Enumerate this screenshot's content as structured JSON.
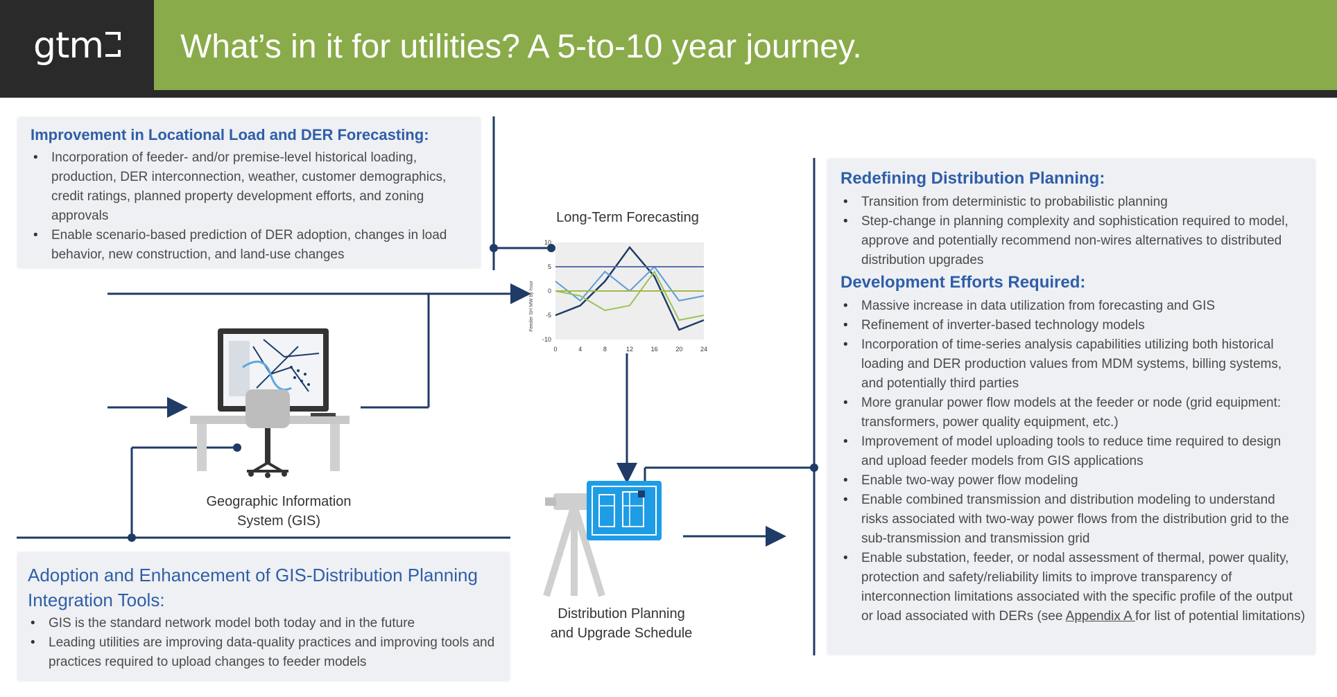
{
  "header": {
    "logo": "gtm",
    "title": "What’s in it for utilities? A 5-to-10 year journey."
  },
  "forecasting_panel": {
    "title": "Improvement in Locational Load and DER Forecasting:",
    "bullets": [
      "Incorporation of feeder- and/or premise-level historical loading, production, DER interconnection, weather, customer demographics, credit ratings, planned property development efforts, and zoning approvals",
      "Enable scenario-based prediction of DER adoption, changes in load behavior, new construction, and land-use changes"
    ]
  },
  "gis_panel": {
    "title": "Adoption and Enhancement of GIS-Distribution Planning Integration Tools:",
    "bullets": [
      "GIS is the standard network model both today and in the future",
      "Leading utilities are improving data-quality practices and improving tools and practices required to upload changes to feeder models"
    ]
  },
  "planning_panel": {
    "title1": "Redefining Distribution Planning:",
    "bullets1": [
      "Transition from deterministic to probabilistic planning",
      "Step-change in planning complexity and sophistication required to model, approve and potentially recommend non-wires alternatives to distributed distribution upgrades"
    ],
    "title2": "Development Efforts Required:",
    "bullets2": [
      "Massive increase in data utilization from forecasting and GIS",
      "Refinement of inverter-based technology models",
      "Incorporation of time-series analysis capabilities utilizing both historical loading and DER production values from MDM systems, billing systems, and potentially third parties",
      "More granular power flow models at the feeder or node (grid equipment: transformers, power quality equipment, etc.)",
      "Improvement of model uploading tools to reduce time required to design and upload feeder models from GIS applications",
      "Enable two-way power flow modeling",
      "Enable combined transmission and distribution modeling to understand risks associated with two-way power flows from the distribution grid to the sub-transmission and transmission grid"
    ],
    "last_bullet_pre": "Enable substation, feeder, or nodal assessment of thermal, power quality, protection and safety/reliability limits to improve transparency of interconnection limitations associated with the specific profile of the output or load associated with DERs (see ",
    "last_bullet_link": "Appendix A ",
    "last_bullet_post": "for list of potential limitations)"
  },
  "labels": {
    "forecast": "Long-Term Forecasting",
    "gis_line1": "Geographic Information",
    "gis_line2": "System (GIS)",
    "dist_line1": "Distribution Planning",
    "dist_line2": "and Upgrade Schedule"
  },
  "chart_data": {
    "type": "line",
    "ylabel": "Feeder SH MW by hour",
    "x": [
      0,
      4,
      8,
      12,
      16,
      20,
      24
    ],
    "x_ticks": [
      "0",
      "4",
      "8",
      "12",
      "16",
      "20",
      "24"
    ],
    "y_ticks": [
      "10",
      "5",
      "0",
      "-5",
      "-10"
    ],
    "ylim": [
      -10,
      10
    ],
    "xlim": [
      0,
      24
    ],
    "series": [
      {
        "color": "#1f3b66",
        "values": [
          -5,
          -3,
          2,
          9,
          3,
          -8,
          -6
        ]
      },
      {
        "color": "#5a9bd8",
        "values": [
          2,
          -2,
          4,
          0,
          5,
          -2,
          -1
        ]
      },
      {
        "color": "#9bc25a",
        "values": [
          0,
          -1,
          -4,
          -3,
          4,
          -6,
          -5
        ]
      },
      {
        "color": "#5b6fa8",
        "values": [
          5,
          5,
          5,
          5,
          5,
          5,
          5
        ]
      },
      {
        "color": "#a3b84a",
        "values": [
          0,
          0,
          0,
          0,
          0,
          0,
          0
        ]
      }
    ]
  },
  "colors": {
    "header": "#8aab4a",
    "header_dark": "#2a2a2a",
    "connector": "#1f3b66",
    "panel_title": "#2f5ea8"
  }
}
